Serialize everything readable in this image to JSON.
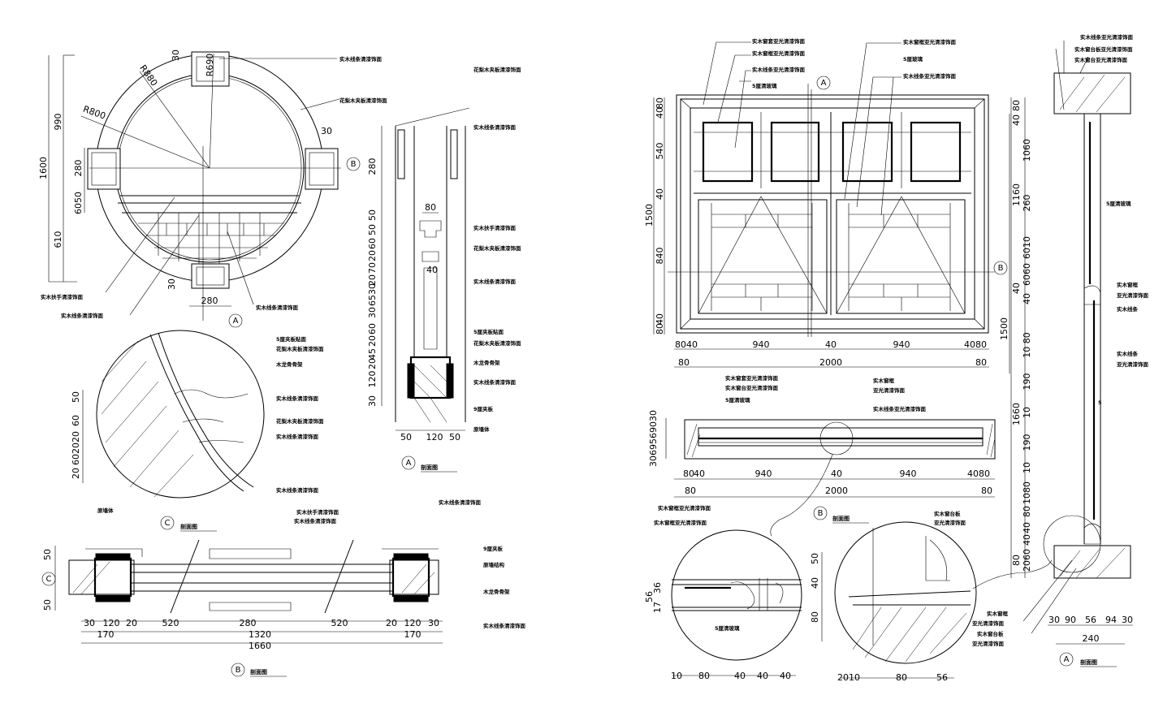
{
  "drawing": {
    "dimensions": [
      "1600",
      "990",
      "610",
      "280",
      "6050",
      "30",
      "R690",
      "R880",
      "R800",
      "30",
      "30",
      "280",
      "280",
      "50",
      "50",
      "60",
      "20",
      "70",
      "20",
      "30",
      "65",
      "30",
      "60",
      "20",
      "45",
      "20",
      "120",
      "30",
      "80",
      "40",
      "50",
      "120",
      "50",
      "50",
      "60",
      "20",
      "20",
      "60",
      "20",
      "50",
      "50",
      "30",
      "120",
      "20",
      "520",
      "280",
      "520",
      "20",
      "120",
      "30",
      "170",
      "1320",
      "170",
      "1660",
      "80",
      "40",
      "540",
      "40",
      "1500",
      "840",
      "40",
      "80",
      "80",
      "40",
      "940",
      "40",
      "940",
      "40",
      "80",
      "80",
      "2000",
      "80",
      "3069569030",
      "80",
      "40",
      "940",
      "40",
      "940",
      "40",
      "80",
      "80",
      "2000",
      "80",
      "56",
      "36",
      "17",
      "10",
      "80",
      "40",
      "40",
      "40",
      "50",
      "40",
      "80",
      "2010",
      "80",
      "56",
      "80",
      "40",
      "1060",
      "1160",
      "260",
      "6010",
      "40",
      "6060",
      "40",
      "1500",
      "10 80",
      "190",
      "10",
      "1660",
      "190",
      "10",
      "80",
      "10",
      "80",
      "40",
      "40",
      "80",
      "2060",
      "30",
      "90",
      "56",
      "94",
      "30",
      "240"
    ],
    "notes": [
      "实木线条清漆饰面",
      "花梨木夹板清漆饰面",
      "实木扶手清漆饰面",
      "实木线条清漆饰面",
      "实木线条清漆饰面",
      "花梨木夹板清漆饰面",
      "实木线条清漆饰面",
      "实木扶手清漆饰面",
      "花梨木夹板清漆饰面",
      "实木线条清漆饰面",
      "5厘夹板贴面",
      "花梨木夹板清漆饰面",
      "木龙骨骨架",
      "实木线条清漆饰面",
      "9厘夹板",
      "原墙体",
      "5厘夹板贴面",
      "花梨木夹板清漆饰面",
      "木龙骨骨架",
      "实木线条清漆饰面",
      "花梨木夹板清漆饰面",
      "实木线条清漆饰面",
      "实木线条清漆饰面",
      "原墙体",
      "实木线条清漆饰面",
      "实木扶手清漆饰面",
      "实木线条清漆饰面",
      "9厘夹板",
      "原墙结构",
      "木龙骨骨架",
      "实木线条清漆饰面",
      "实木窗套亚光清漆饰面",
      "实木窗框亚光清漆饰面",
      "实木线条亚光清漆饰面",
      "5厘清玻璃",
      "实木窗框亚光清漆饰面",
      "5厘玻璃",
      "实木线条亚光清漆饰面",
      "实木窗套亚光清漆饰面",
      "实木窗台亚光清漆饰面",
      "5厘清玻璃",
      "实木窗框",
      "亚光清漆饰面",
      "实木线条亚光清漆饰面",
      "实木窗框亚光清漆饰面",
      "实木窗框亚光清漆饰面",
      "5厘清玻璃",
      "实木窗台板",
      "亚光清漆饰面",
      "实木窗框",
      "亚光清漆饰面",
      "实木窗台板",
      "亚光清漆饰面",
      "实木线条亚光清漆饰面",
      "实木窗台板亚光清漆饰面",
      "实木窗台亚光清漆饰面",
      "5厘清玻璃",
      "实木窗框",
      "亚光清漆饰面",
      "实木线条",
      "实木线条",
      "亚光清漆饰面",
      "5"
    ],
    "view_titles": [
      "剖面图",
      "剖面图",
      "剖面图",
      "剖面图",
      "剖面图"
    ],
    "markers": [
      "B",
      "A",
      "A",
      "C",
      "C",
      "B",
      "A",
      "B",
      "B",
      "A"
    ]
  }
}
